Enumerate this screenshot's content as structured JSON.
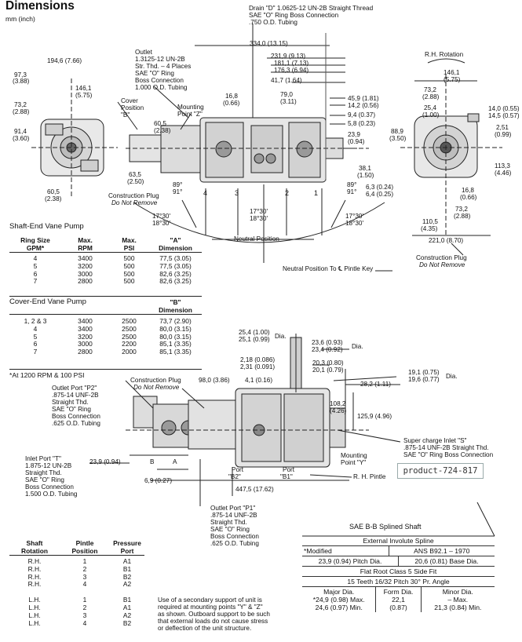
{
  "header": {
    "title": "Dimensions",
    "subtitle": "mm (inch)"
  },
  "top_notes": {
    "drain": [
      "Drain \"D\" 1.0625-12 UN-2B Straight Thread",
      "SAE \"O\" Ring Boss Connection",
      ".750 O.D. Tubing"
    ],
    "outlet": [
      "Outlet",
      "1.3125-12 UN-2B",
      "Str. Thd. – 4 Places",
      "SAE \"O\" Ring",
      "Boss Connection",
      "1.000 O.D. Tubing"
    ],
    "cover": [
      "Cover",
      "Position",
      "\"B\""
    ],
    "mounting_z": [
      "Mounting",
      "Point \"Z\""
    ],
    "rh_rotation": "R.H. Rotation",
    "construction_plug": [
      "Construction Plug",
      "Do Not Remove"
    ],
    "neutral_position": "Neutral Position",
    "neutral_pintle": "Neutral Position To ℄ Pintle Key",
    "construction_plug_right": [
      "Construction Plug",
      "Do Not Remove"
    ]
  },
  "top_dims": {
    "d1": "194,6 (7.66)",
    "d2": "97,3",
    "d2b": "(3.88)",
    "d3": "146,1",
    "d3b": "(5.75)",
    "d4": "73,2",
    "d4b": "(2.88)",
    "d5": "91,4",
    "d5b": "(3.60)",
    "d6": "60,5",
    "d6b": "(2.38)",
    "d7": "334,0 (13.15)",
    "d8": "231,9 (9.13)",
    "d9": "181,1 (7.13)",
    "d10": "176,3 (6.94)",
    "d11": "41,7 (1.64)",
    "d12": "79,0",
    "d12b": "(3.11)",
    "d13": "16,8",
    "d13b": "(0.66)",
    "d14": "60,5",
    "d14b": "(2.38)",
    "d15": "63,5",
    "d15b": "(2.50)",
    "d16": "45,9 (1.81)",
    "d17": "14,2 (0.56)",
    "d18": "9,4 (0.37)",
    "d19": "5,8 (0.23)",
    "d20": "23,9",
    "d20b": "(0.94)",
    "d21": "38,1",
    "d21b": "(1.50)",
    "d22": "6,3 (0.24)",
    "d23": "6,4 (0.25)",
    "a89l": "89°",
    "a91l": "91°",
    "a89r": "89°",
    "a91r": "91°",
    "a17l": "17°30'",
    "a18l": "18°30'",
    "a17c": "17°30'",
    "a18c": "18°30'",
    "a17r": "17°30'",
    "a18r": "18°30'",
    "p4": "4",
    "p3": "3",
    "p2": "2",
    "p1": "1",
    "r1": "146,1",
    "r1b": "(5.75)",
    "r2": "73,2",
    "r2b": "(2.88)",
    "r3": "25,4",
    "r3b": "(1.00)",
    "r4": "88,9",
    "r4b": "(3.50)",
    "r5": "14,0 (0.55)",
    "r6": "14,5 (0.57)",
    "r7": "2,51",
    "r7b": "(0.99)",
    "r8": "113,3",
    "r8b": "(4.46)",
    "r9": "16,8",
    "r9b": "(0.66)",
    "r10": "73,2",
    "r10b": "(2.88)",
    "r11": "110,5",
    "r11b": "(4.35)",
    "r12": "221,0 (8.70)"
  },
  "shaft_table": {
    "title": "Shaft-End Vane Pump",
    "headers": [
      "Ring Size",
      "GPM*",
      "Max.",
      "RPM",
      "Max.",
      "PSI",
      "\"A\"",
      "Dimension"
    ],
    "rows": [
      [
        "4",
        "3400",
        "500",
        "77,5 (3.05)"
      ],
      [
        "5",
        "3200",
        "500",
        "77,5 (3.05)"
      ],
      [
        "6",
        "3000",
        "500",
        "82,6 (3.25)"
      ],
      [
        "7",
        "2800",
        "500",
        "82,6 (3.25)"
      ]
    ]
  },
  "cover_table": {
    "title": "Cover-End Vane Pump",
    "headers": [
      "\"B\"",
      "Dimension"
    ],
    "rows": [
      [
        "1, 2 & 3",
        "3400",
        "2500",
        "73,7 (2.90)"
      ],
      [
        "4",
        "3400",
        "2500",
        "80,0 (3.15)"
      ],
      [
        "5",
        "3200",
        "2500",
        "80,0 (3.15)"
      ],
      [
        "6",
        "3000",
        "2200",
        "85,1 (3.35)"
      ],
      [
        "7",
        "2800",
        "2000",
        "85,1 (3.35)"
      ]
    ],
    "footnote": "*At 1200 RPM & 100 PSI"
  },
  "bottom_notes": {
    "outlet_p2": [
      "Outlet Port \"P2\"",
      ".875-14 UNF-2B",
      "Straight Thd.",
      "SAE \"O\" Ring",
      "Boss Connection",
      ".625 O.D. Tubing"
    ],
    "construction_plug": [
      "Construction Plug",
      "Do Not Remove"
    ],
    "inlet_t": [
      "Inlet Port \"T\"",
      "1.875-12 UN-2B",
      "Straight Thd.",
      "SAE \"O\" Ring",
      "Boss Connection",
      "1.500 O.D. Tubing"
    ],
    "outlet_p1": [
      "Outlet Port \"P1\"",
      ".875-14 UNF-2B",
      "Straight Thd.",
      "SAE \"O\" Ring",
      "Boss Connection",
      ".625 O.D. Tubing"
    ],
    "supercharge": [
      "Super charge Inlet  \"S\"",
      ".875-14 UNF-2B Straight Thd.",
      "SAE \"O\" Ring Boss Connection"
    ],
    "mounting_y": [
      "Mounting",
      "Point \"Y\""
    ],
    "rh_pintle": "R. H. Pintle",
    "port_b2": [
      "Port",
      "\"B2\""
    ],
    "port_b1": [
      "Port",
      "\"B1\""
    ]
  },
  "bottom_dims": {
    "b1": "25,4 (1.00)",
    "b2": "25,1 (0.99)",
    "b3": "Dia.",
    "b4": "23,6 (0.93)",
    "b5": "23,4 (0.92)",
    "b6": "Dia.",
    "b7": "2,18 (0.086)",
    "b8": "2,31 (0.091)",
    "b9": "20,3 (0.80)",
    "b10": "20,1 (0.79)",
    "b11": "19,1 (0.75)",
    "b12": "19,6 (0.77)",
    "b13": "Dia.",
    "b14": "28,2 (1.11)",
    "b15": "98,0 (3.86)",
    "b16": "4,1 (0.16)",
    "b17": "108,2",
    "b17b": "(4.26)",
    "b18": "125,9 (4.96)",
    "b19": "23,9 (0.94)",
    "b20": "B",
    "b21": "A",
    "b22": "6,9 (0.27)",
    "b23": "447,5 (17.62)"
  },
  "rotation_table": {
    "headers": [
      "Shaft",
      "Rotation",
      "Pintle",
      "Position",
      "Pressure",
      "Port"
    ],
    "rh": [
      [
        "R.H.",
        "1",
        "A1"
      ],
      [
        "R.H.",
        "2",
        "B1"
      ],
      [
        "R.H.",
        "3",
        "B2"
      ],
      [
        "R.H.",
        "4",
        "A2"
      ]
    ],
    "lh": [
      [
        "L.H.",
        "1",
        "B1"
      ],
      [
        "L.H.",
        "2",
        "A1"
      ],
      [
        "L.H.",
        "3",
        "A2"
      ],
      [
        "L.H.",
        "4",
        "B2"
      ]
    ]
  },
  "support_note": [
    "Use of a secondary support of unit is",
    "required at mounting points \"Y\" & \"Z\"",
    "as shown. Outboard support to be such",
    "that external loads do not cause stress",
    "or deflection of the unit structure."
  ],
  "spline_table": {
    "title": "SAE B-B Splined Shaft",
    "r1": "External Involute Spline",
    "r2a": "*Modified",
    "r2b": "ANS B92.1 – 1970",
    "r3a": "23,9 (0.94) Pitch Dia.",
    "r3b": "20,6 (0.81) Base Dia.",
    "r4": "Flat Root Class 5 Side Fit",
    "r5": "15 Teeth 16/32 Pitch 30° Pr. Angle",
    "c1": [
      "Major Dia.",
      "*24,9 (0.98) Max.",
      "24,6 (0.97) Min."
    ],
    "c2": [
      "Form Dia.",
      "22,1",
      "(0.87)"
    ],
    "c3": [
      "Minor Dia.",
      "– Max.",
      "21,3 (0.84) Min."
    ]
  },
  "overlay_tag": "product-724-817"
}
